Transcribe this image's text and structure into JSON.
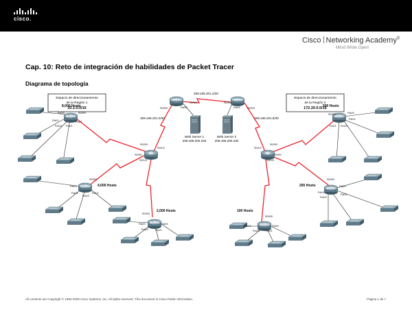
{
  "header": {
    "logo_text": "cisco.",
    "brand_name": "Cisco",
    "brand_product": "Networking Academy",
    "brand_reg": "®",
    "brand_tagline": "Mind Wide Open"
  },
  "document": {
    "title": "Cap. 10: Reto de integración de habilidades de Packet Tracer",
    "section": "Diagrama de topología"
  },
  "diagram": {
    "region1_box": [
      "Espacio de direccionamiento",
      "de la Región 1",
      "10.1.0.0/16"
    ],
    "region2_box": [
      "Espacio de direccionamiento",
      "de la Región 2",
      "172.20.0.0/16"
    ],
    "routers": {
      "isp_r1": "ISP-R1",
      "isp_r2": "ISP-R2",
      "b1": "B1",
      "b2": "B2",
      "b1_r1": "B1-R1",
      "b1_r2": "B1-R2",
      "b1_r3": "B1-R3",
      "b2_r1": "B2-R1",
      "b2_r2": "B2-R2",
      "b2_r3": "B2-R3"
    },
    "servers": {
      "web1_name": "Web Server 1",
      "web1_ip": "209.165.200.226",
      "web2_name": "Web Server 2",
      "web2_ip": "209.165.200.230"
    },
    "networks": {
      "isp_link": "209.165.201.4/30",
      "r1_isp": "209.165.201.0/30",
      "r2_isp": "209.165.201.8/30"
    },
    "hosts": {
      "b1r1": "8,000 Hosts",
      "b1r2": "4,000 Hosts",
      "b1r3": "2,000 Hosts",
      "b2r1": "500 Hosts",
      "b2r2": "200 Hosts",
      "b2r3": "100 Hosts"
    },
    "interfaces": {
      "s000": "S0/0/0",
      "s001": "S0/0/1",
      "s010": "S0/1/0",
      "s011": "S0/1/1",
      "fa00": "Fa0/0",
      "fa01": "Fa0/1",
      "fa10": "Fa1/0",
      "fa11": "Fa1/1",
      "isp_s001": "S0/0/1",
      "isp_fa00": "Fa0/0",
      "isp_s000": "S0/0/0",
      "isp_s001b": "S0/0/1",
      "isp_s000b": "S0/0/0"
    }
  },
  "footer": {
    "copyright": "All contents are Copyright © 1992-2009 Cisco Systems, Inc. All rights reserved. This document is Cisco Public Information.",
    "page": "Página 1 de 7"
  },
  "colors": {
    "serial_link": "#e8202a",
    "ethernet_link": "#222222",
    "router_fill": "#5f7b8a",
    "switch_fill": "#6d8a96"
  }
}
